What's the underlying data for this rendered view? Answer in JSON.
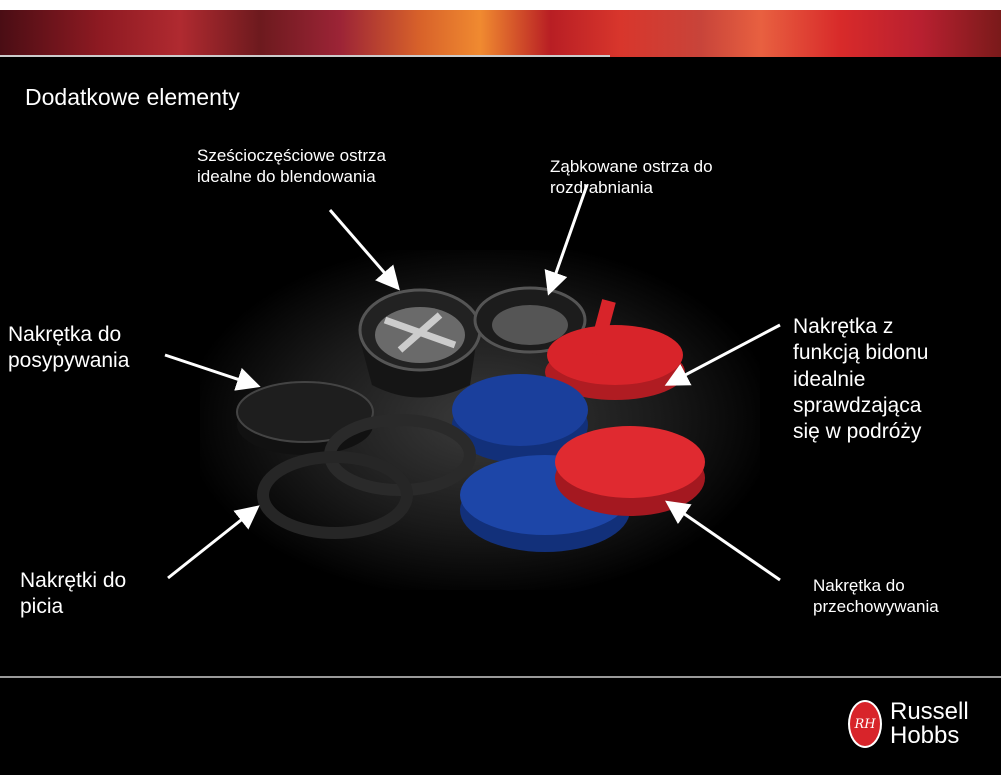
{
  "title": "Dodatkowe elementy",
  "labels": {
    "blades_six": [
      "Sześcioczęściowe ostrza",
      "idealne do blendowania"
    ],
    "blades_serrated": [
      "Ząbkowane ostrza do",
      "rozdrabniania"
    ],
    "sprinkle_lid": [
      "Nakrętka do",
      "posypywania"
    ],
    "travel_lid": [
      "Nakrętka z",
      "funkcją bidonu",
      "idealnie",
      "sprawdzająca",
      "się w podróży"
    ],
    "drinking_lids": [
      "Nakrętki do",
      "picia"
    ],
    "storage_lid": [
      "Nakrętka do",
      "przechowywania"
    ]
  },
  "logo": {
    "line1": "Russell",
    "line2": "Hobbs",
    "monogram": "RH"
  },
  "colors": {
    "background": "#000000",
    "red_lid": "#d8242a",
    "blue_lid": "#1a3f9c"
  }
}
